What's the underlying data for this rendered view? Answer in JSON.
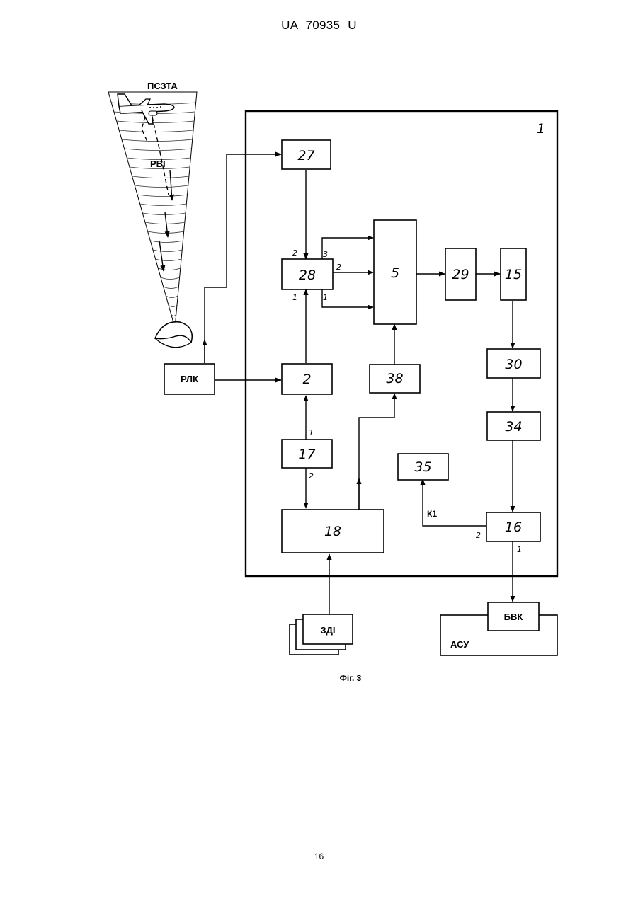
{
  "header": {
    "doc_id": "UA   70935   U"
  },
  "footer": {
    "page_number": "16"
  },
  "figure": {
    "caption": "Фіг. 3",
    "system_label": "1",
    "beam_labels": {
      "target_zone": "ПСЗТА",
      "echo": "РВІ"
    },
    "external_labels": {
      "radar": "РЛК",
      "data_sources": "ЗДІ",
      "output_block": "БВК",
      "control_system": "АСУ"
    },
    "blocks": {
      "b27": "27",
      "b28": "28",
      "b5": "5",
      "b29": "29",
      "b15": "15",
      "b2": "2",
      "b38": "38",
      "b30": "30",
      "b34": "34",
      "b17": "17",
      "b35": "35",
      "b18": "18",
      "b16": "16"
    },
    "ports": {
      "p28_in2": "2",
      "p28_out3": "3",
      "p28_out2": "2",
      "p28_in1": "1",
      "p28_out1": "1",
      "p17_out1": "1",
      "p17_out2": "2",
      "p16_out2": "2",
      "p16_out1": "1",
      "k1": "К1"
    }
  }
}
